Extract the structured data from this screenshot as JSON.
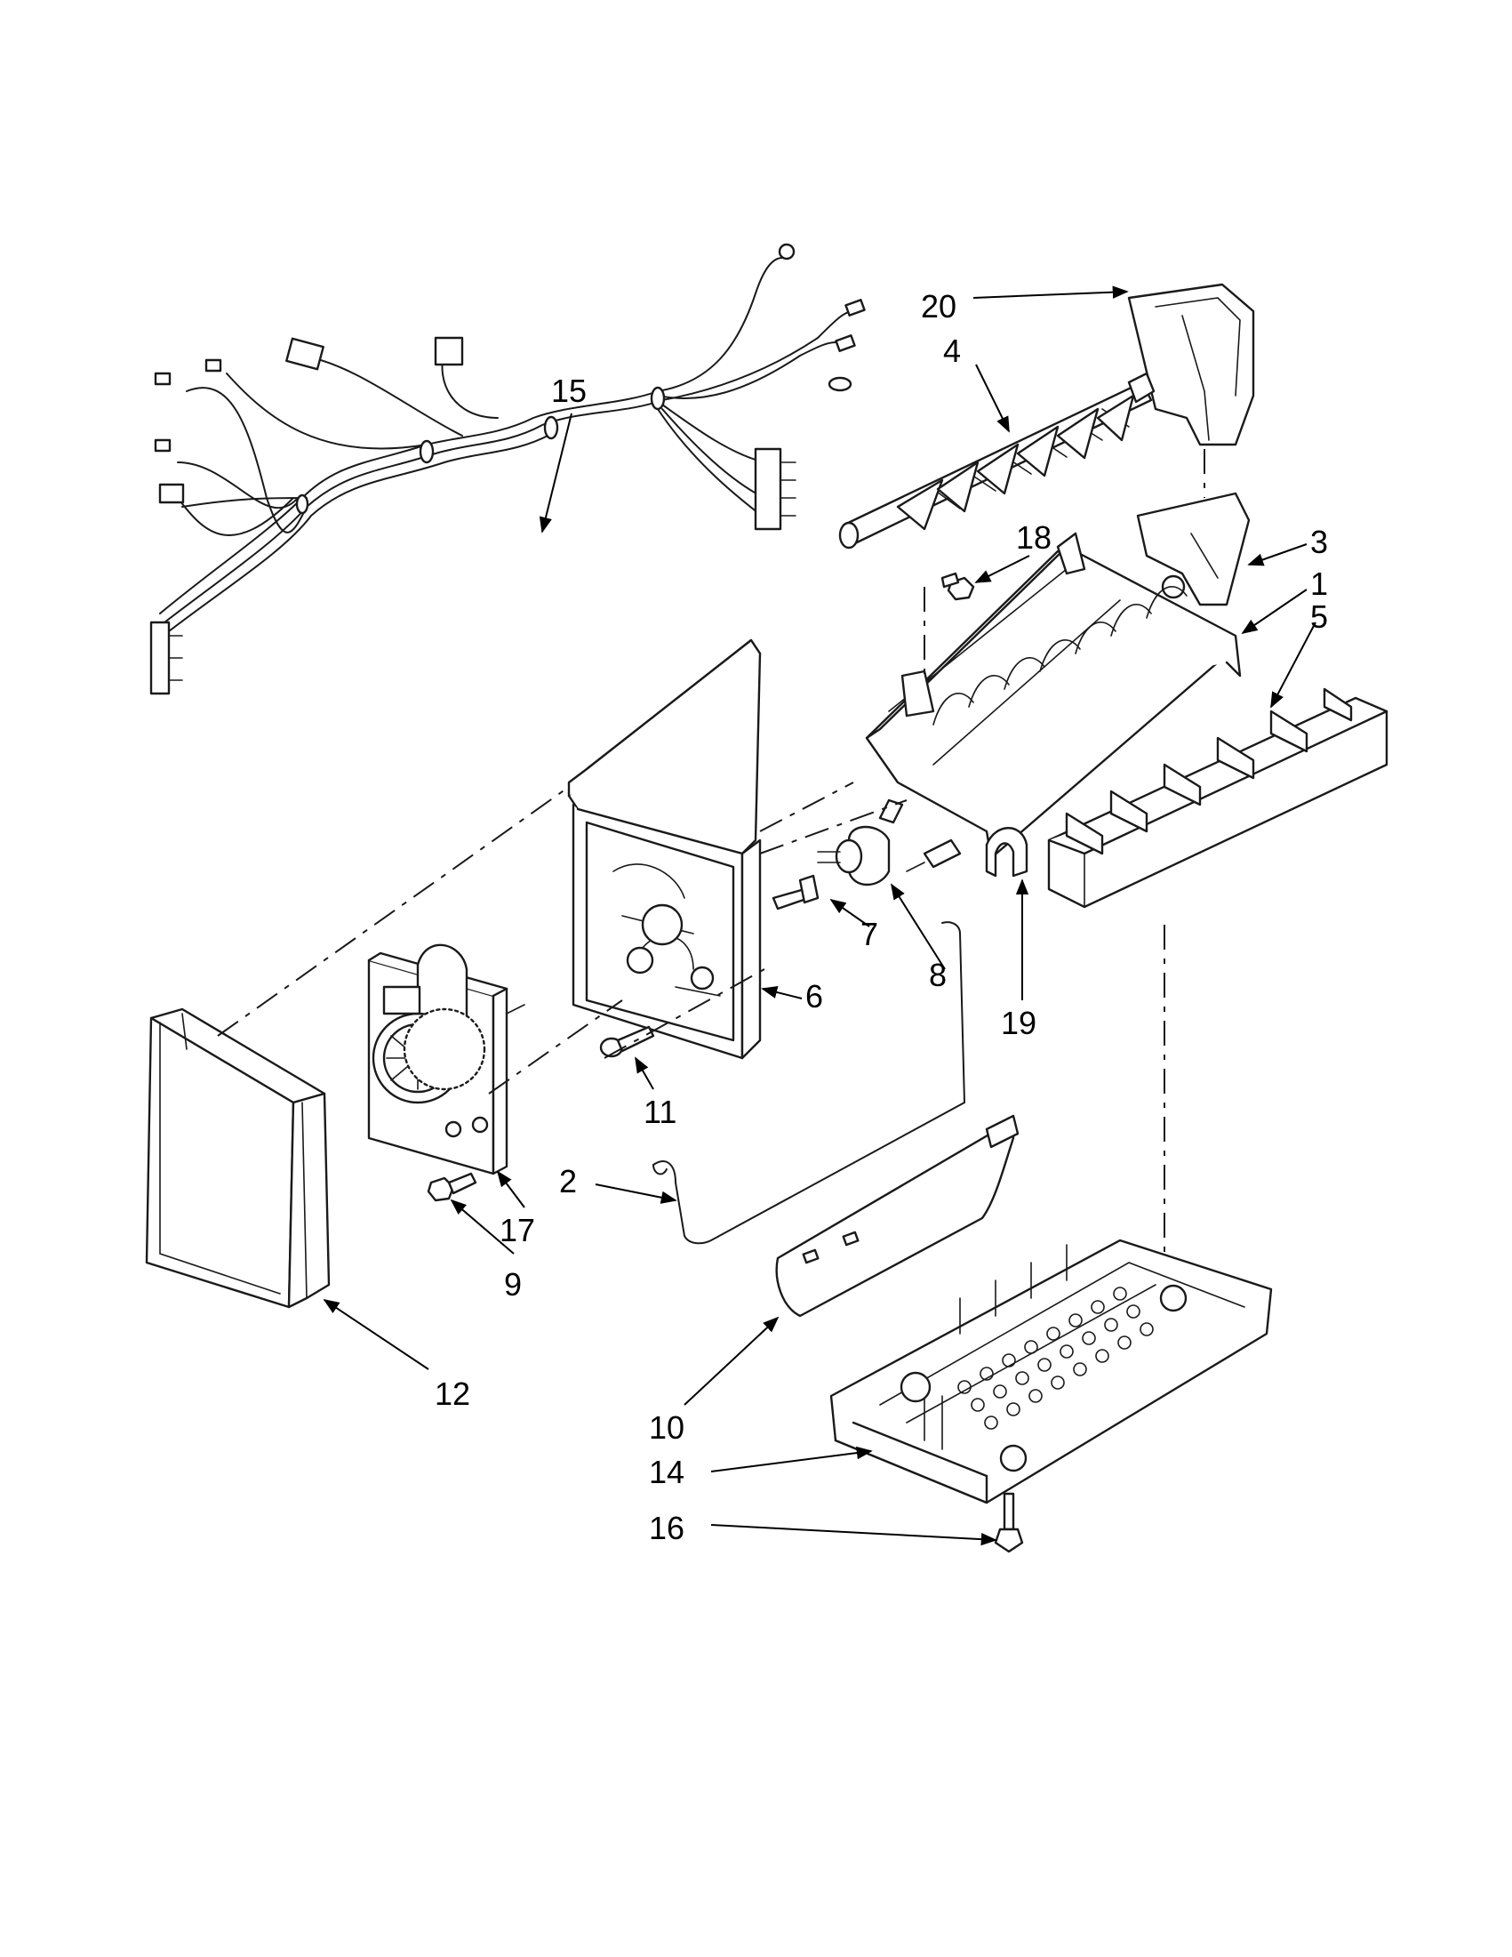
{
  "callouts": {
    "c1": "1",
    "c2": "2",
    "c3": "3",
    "c4": "4",
    "c5": "5",
    "c6": "6",
    "c7": "7",
    "c8": "8",
    "c9": "9",
    "c10": "10",
    "c11": "11",
    "c12": "12",
    "c14": "14",
    "c15": "15",
    "c16": "16",
    "c17": "17",
    "c18": "18",
    "c19": "19",
    "c20": "20"
  },
  "colors": {
    "line": "#1a1a1a",
    "background": "#ffffff"
  }
}
